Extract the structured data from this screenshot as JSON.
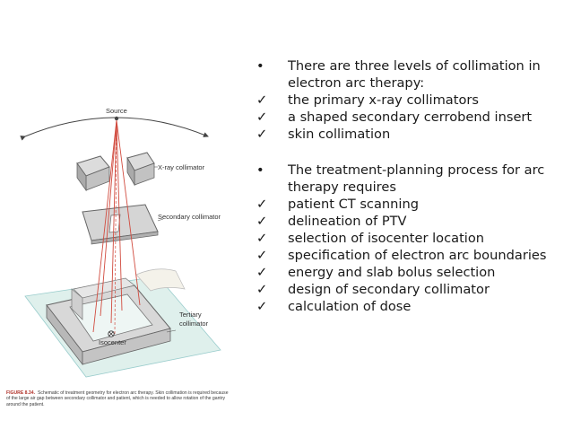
{
  "figure": {
    "labels": {
      "source": "Source",
      "xray": "X-ray collimator",
      "secondary": "Secondary collimator",
      "tertiary_line1": "Tertiary",
      "tertiary_line2": "collimator",
      "isocenter": "Isocenter"
    },
    "caption": {
      "number": "FIGURE 8.34.",
      "text": "Schematic of treatment geometry for electron arc therapy. Skin collimation is required because of the large air gap between secondary collimator and patient, which is needed to allow rotation of the gantry around the patient."
    }
  },
  "bullets": [
    {
      "mark": "•",
      "text": "There are three levels of collimation in electron arc therapy:"
    },
    {
      "mark": "✓",
      "text": "the primary x-ray collimators"
    },
    {
      "mark": "✓",
      "text": "a shaped secondary cerrobend insert"
    },
    {
      "mark": "✓",
      "text": "skin collimation"
    },
    {
      "gap": true
    },
    {
      "mark": "•",
      "text": "The treatment-planning process for arc therapy requires"
    },
    {
      "mark": "✓",
      "text": "patient CT scanning"
    },
    {
      "mark": "✓",
      "text": "delineation of PTV"
    },
    {
      "mark": "✓",
      "text": "selection of isocenter location"
    },
    {
      "mark": "✓",
      "text": "specification of electron arc boundaries"
    },
    {
      "mark": "✓",
      "text": "energy and slab bolus selection"
    },
    {
      "mark": "✓",
      "text": "design of secondary collimator"
    },
    {
      "mark": "✓",
      "text": "calculation of dose"
    }
  ]
}
